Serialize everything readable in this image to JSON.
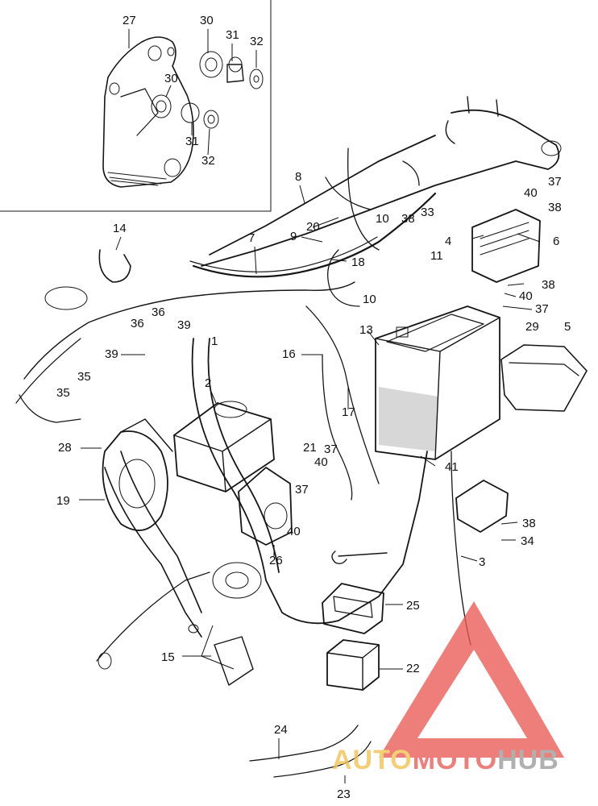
{
  "diagram": {
    "callouts": [
      {
        "id": "c27",
        "text": "27"
      },
      {
        "id": "c30a",
        "text": "30"
      },
      {
        "id": "c31a",
        "text": "31"
      },
      {
        "id": "c32a",
        "text": "32"
      },
      {
        "id": "c30b",
        "text": "30"
      },
      {
        "id": "c31b",
        "text": "31"
      },
      {
        "id": "c32b",
        "text": "32"
      },
      {
        "id": "c8",
        "text": "8"
      },
      {
        "id": "c20",
        "text": "20"
      },
      {
        "id": "c9",
        "text": "9"
      },
      {
        "id": "c10a",
        "text": "10"
      },
      {
        "id": "c38a",
        "text": "38"
      },
      {
        "id": "c33",
        "text": "33"
      },
      {
        "id": "c37a",
        "text": "37"
      },
      {
        "id": "c40a",
        "text": "40"
      },
      {
        "id": "c38b",
        "text": "38"
      },
      {
        "id": "c6",
        "text": "6"
      },
      {
        "id": "c4",
        "text": "4"
      },
      {
        "id": "c11",
        "text": "11"
      },
      {
        "id": "c18",
        "text": "18"
      },
      {
        "id": "c14",
        "text": "14"
      },
      {
        "id": "c7",
        "text": "7"
      },
      {
        "id": "c38c",
        "text": "38"
      },
      {
        "id": "c40b",
        "text": "40"
      },
      {
        "id": "c37b",
        "text": "37"
      },
      {
        "id": "c10b",
        "text": "10"
      },
      {
        "id": "c36a",
        "text": "36"
      },
      {
        "id": "c36b",
        "text": "36"
      },
      {
        "id": "c39a",
        "text": "39"
      },
      {
        "id": "c1",
        "text": "1"
      },
      {
        "id": "c39b",
        "text": "39"
      },
      {
        "id": "c13",
        "text": "13"
      },
      {
        "id": "c29",
        "text": "29"
      },
      {
        "id": "c5",
        "text": "5"
      },
      {
        "id": "c16",
        "text": "16"
      },
      {
        "id": "c35a",
        "text": "35"
      },
      {
        "id": "c2",
        "text": "2"
      },
      {
        "id": "c35b",
        "text": "35"
      },
      {
        "id": "c17",
        "text": "17"
      },
      {
        "id": "c28",
        "text": "28"
      },
      {
        "id": "c21",
        "text": "21"
      },
      {
        "id": "c37c",
        "text": "37"
      },
      {
        "id": "c40c",
        "text": "40"
      },
      {
        "id": "c41",
        "text": "41"
      },
      {
        "id": "c37d",
        "text": "37"
      },
      {
        "id": "c19",
        "text": "19"
      },
      {
        "id": "c40d",
        "text": "40"
      },
      {
        "id": "c38d",
        "text": "38"
      },
      {
        "id": "c34",
        "text": "34"
      },
      {
        "id": "c26",
        "text": "26"
      },
      {
        "id": "c3",
        "text": "3"
      },
      {
        "id": "c25",
        "text": "25"
      },
      {
        "id": "c15",
        "text": "15"
      },
      {
        "id": "c22",
        "text": "22"
      },
      {
        "id": "c24",
        "text": "24"
      },
      {
        "id": "c23",
        "text": "23"
      }
    ]
  },
  "watermark": {
    "word_a": "AUTO",
    "word_b": "MOTO",
    "word_c": "HUB",
    "color_a": "#f2c14e",
    "color_b": "#ea5a55",
    "color_c": "#9a9a9a",
    "triangle_color": "#ea5a55"
  }
}
